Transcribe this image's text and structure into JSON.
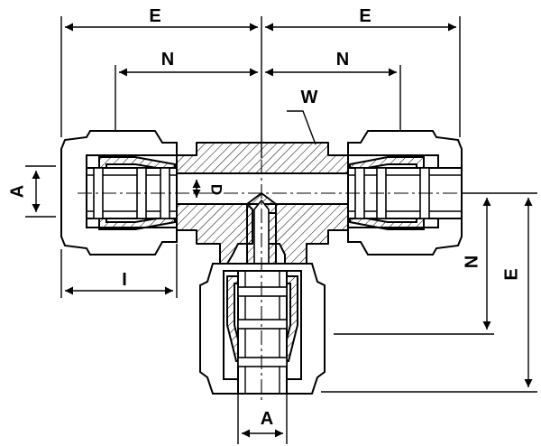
{
  "labels": {
    "e_left": "E",
    "e_right": "E",
    "n_left": "N",
    "n_right": "N",
    "w": "W",
    "a_left": "A",
    "d": "D",
    "i": "I",
    "n_vertical": "N",
    "e_vertical": "E",
    "a_bottom": "A"
  },
  "colors": {
    "stroke": "#000000",
    "background": "#ffffff"
  }
}
